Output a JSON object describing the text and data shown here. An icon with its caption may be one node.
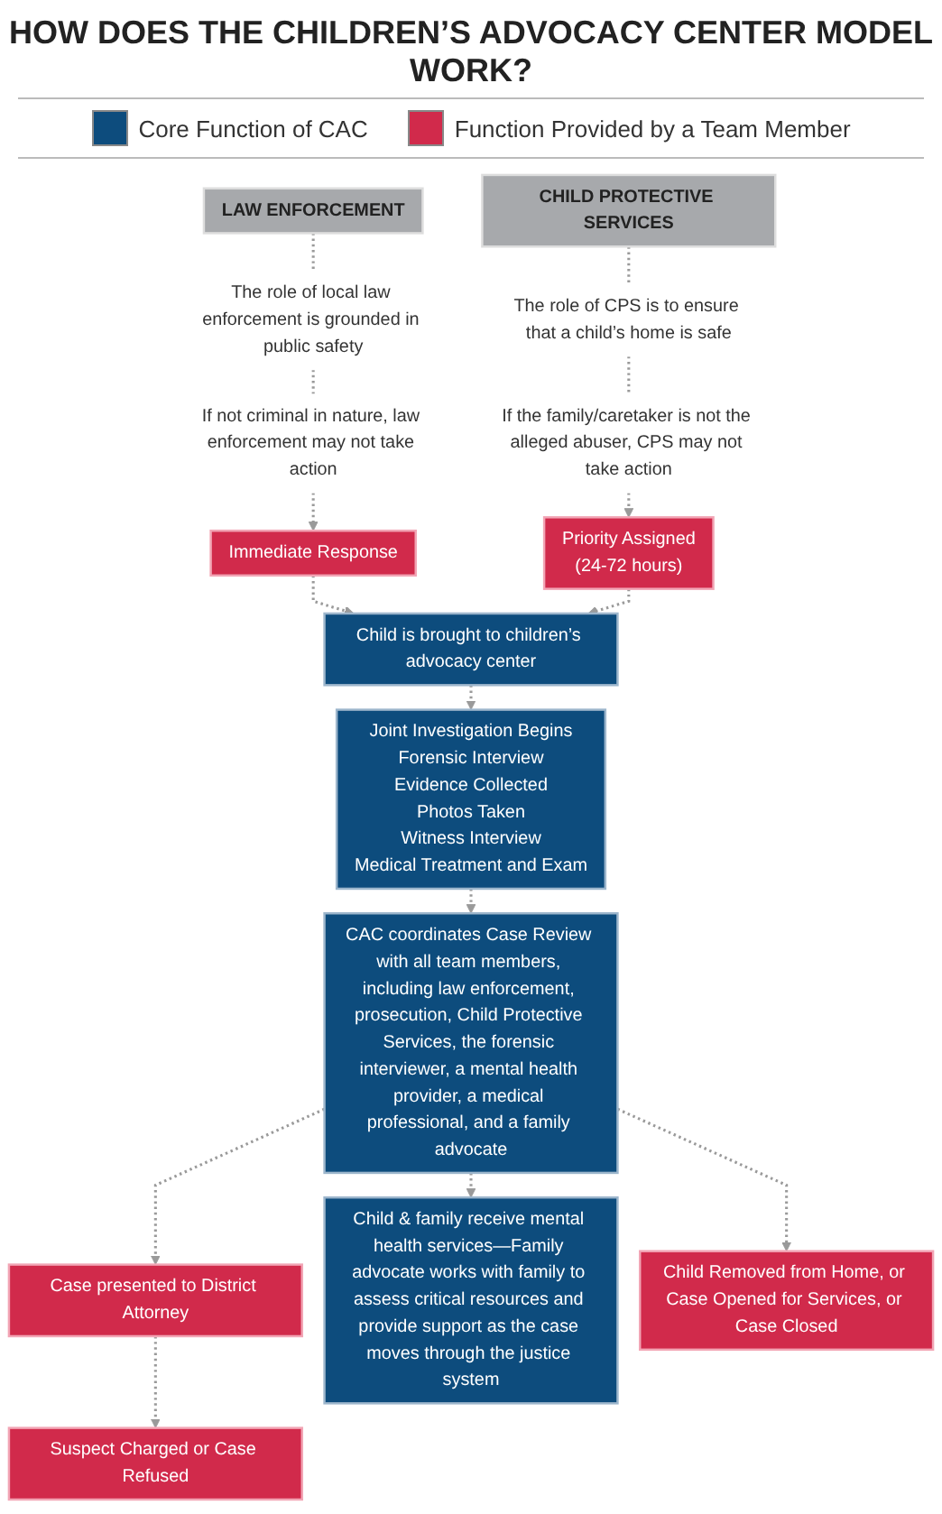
{
  "diagram": {
    "title": "HOW DOES THE CHILDREN’S ADVOCACY CENTER MODEL WORK?",
    "nodes": [
      {
        "text": [
          "LAW ENFORCEMENT"
        ]
      },
      {
        "text": [
          "The role of local law enforcement is grounded in public safety"
        ]
      },
      {
        "text": [
          "If not criminal in nature, law enforcement may not take action"
        ]
      },
      {
        "text": [
          "CHILD PROTECTIVE SERVICES"
        ]
      },
      {
        "text": [
          "The role of CPS is to ensure that a child’s home is safe"
        ]
      },
      {
        "text": [
          "If the family/caretaker is not the alleged abuser, CPS may not take action"
        ]
      },
      {
        "text": [
          "Immediate Response"
        ]
      },
      {
        "text": [
          "Priority Assigned",
          "(24-72 hours)"
        ]
      },
      {
        "text": [
          "Child is brought to children’s advocacy center"
        ]
      },
      {
        "text": [
          "Joint Investigation Begins",
          "Forensic Interview",
          "Evidence Collected",
          "Photos Taken",
          "Witness Interview",
          "Medical Treatment and Exam"
        ]
      },
      {
        "text": [
          "CAC coordinates Case Review with all team members, including law enforcement, prosecution, Child Protective Services, the forensic interviewer, a mental health provider, a medical professional, and a family advocate"
        ]
      },
      {
        "text": [
          "Case presented to District Attorney"
        ]
      },
      {
        "text": [
          "Child & family receive mental health services—Family advocate works with family to assess critical resources and provide support as the case moves through the justice system"
        ]
      },
      {
        "text": [
          "Child Removed from Home, or Case Opened for Services, or Case Closed"
        ]
      },
      {
        "text": [
          "Suspect Charged or Case Refused"
        ]
      }
    ],
    "edges": [
      {
        "from": 0,
        "to": 1,
        "arrow": "none",
        "style": "dashed"
      },
      {
        "from": 1,
        "to": 2,
        "arrow": "none",
        "style": "dashed"
      },
      {
        "from": 2,
        "to": 6,
        "arrow": "to",
        "style": "dashed"
      },
      {
        "from": 3,
        "to": 4,
        "arrow": "none",
        "style": "dashed"
      },
      {
        "from": 4,
        "to": 5,
        "arrow": "none",
        "style": "dashed"
      },
      {
        "from": 5,
        "to": 7,
        "arrow": "to",
        "style": "dashed"
      },
      {
        "from": 6,
        "to": 8,
        "arrow": "to",
        "style": "dashed"
      },
      {
        "from": 7,
        "to": 8,
        "arrow": "to",
        "style": "dashed"
      },
      {
        "from": 8,
        "to": 9,
        "arrow": "to",
        "style": "dashed"
      },
      {
        "from": 9,
        "to": 10,
        "arrow": "to",
        "style": "dashed"
      },
      {
        "from": 10,
        "to": 11,
        "arrow": "to",
        "style": "dashed"
      },
      {
        "from": 10,
        "to": 12,
        "arrow": "to",
        "style": "dashed"
      },
      {
        "from": 10,
        "to": 13,
        "arrow": "to",
        "style": "dashed"
      },
      {
        "from": 11,
        "to": 14,
        "arrow": "to",
        "style": "dashed"
      }
    ],
    "legend": [
      {
        "text": "Core Function of CAC",
        "color": "#0d4c7d"
      },
      {
        "text": "Function Provided by a Team Member",
        "color": "#d12a4b"
      }
    ]
  }
}
